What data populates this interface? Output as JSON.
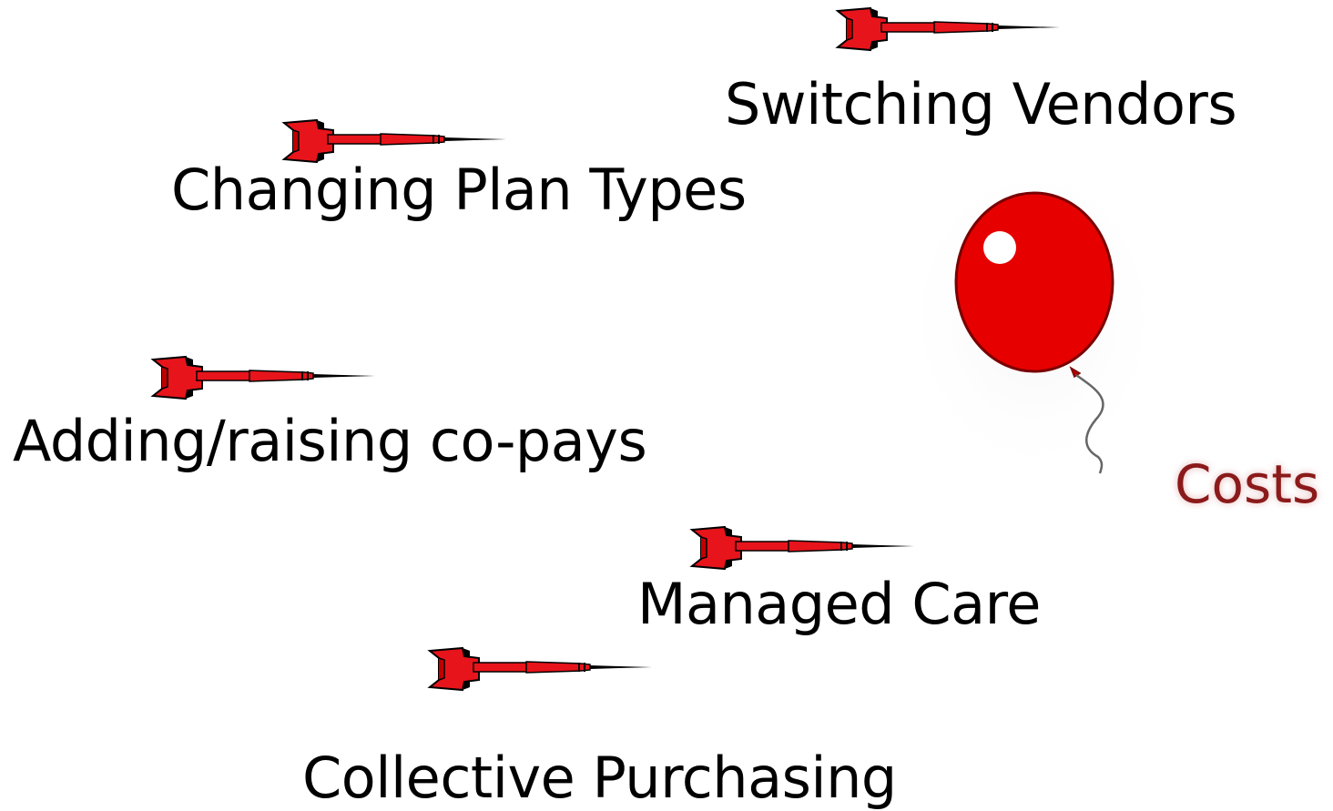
{
  "labels": {
    "switching_vendors": "Switching Vendors",
    "changing_plan_types": "Changing Plan Types",
    "adding_raising_copays": "Adding/raising co-pays",
    "managed_care": "Managed Care",
    "collective_purchasing": "Collective Purchasing"
  },
  "balloon": {
    "label": "Costs",
    "label_color": "#8b1a1a",
    "balloon_color": "#e60000",
    "icon": "balloon-icon"
  },
  "dart": {
    "icon": "dart-icon",
    "color": "#e8141b"
  }
}
